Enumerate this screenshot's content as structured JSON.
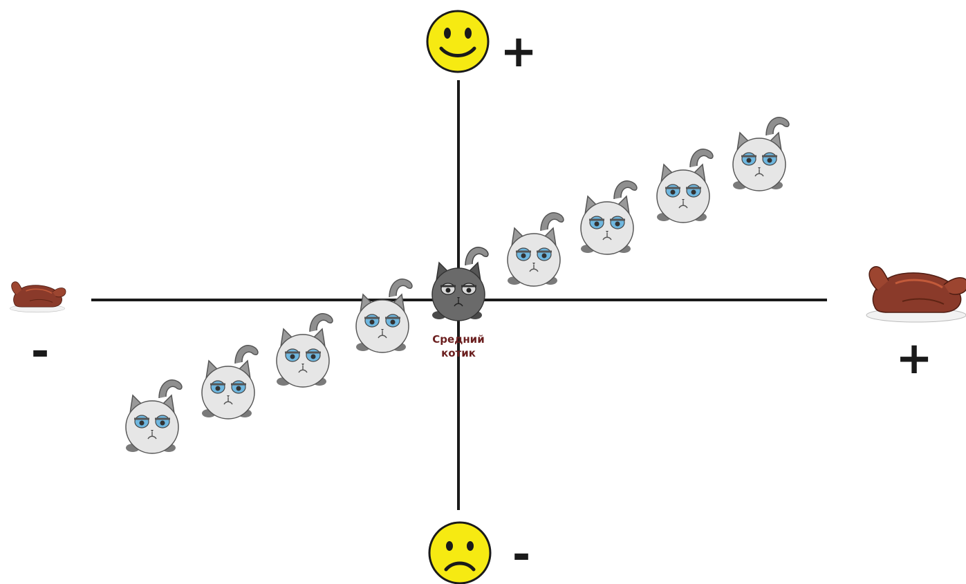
{
  "axes": {
    "y_top_sign": "+",
    "y_bottom_sign": "-",
    "x_left_sign": "-",
    "x_right_sign": "+",
    "y_top_icon": "happy-face-icon",
    "y_bottom_icon": "sad-face-icon",
    "x_left_icon": "small-roast-chicken-icon",
    "x_right_icon": "large-roast-chicken-icon"
  },
  "average_cat": {
    "label_line1": "Средний",
    "label_line2": "котик"
  },
  "cats": {
    "count_light": 8,
    "count_dark": 1,
    "light_color": "#e6e6e6",
    "dark_color": "#6a6a6a",
    "eye_color": "#6fb7df"
  },
  "colors": {
    "axis": "#1a1a1a",
    "smiley": "#f6ea12",
    "chicken": "#8a3a2a"
  }
}
